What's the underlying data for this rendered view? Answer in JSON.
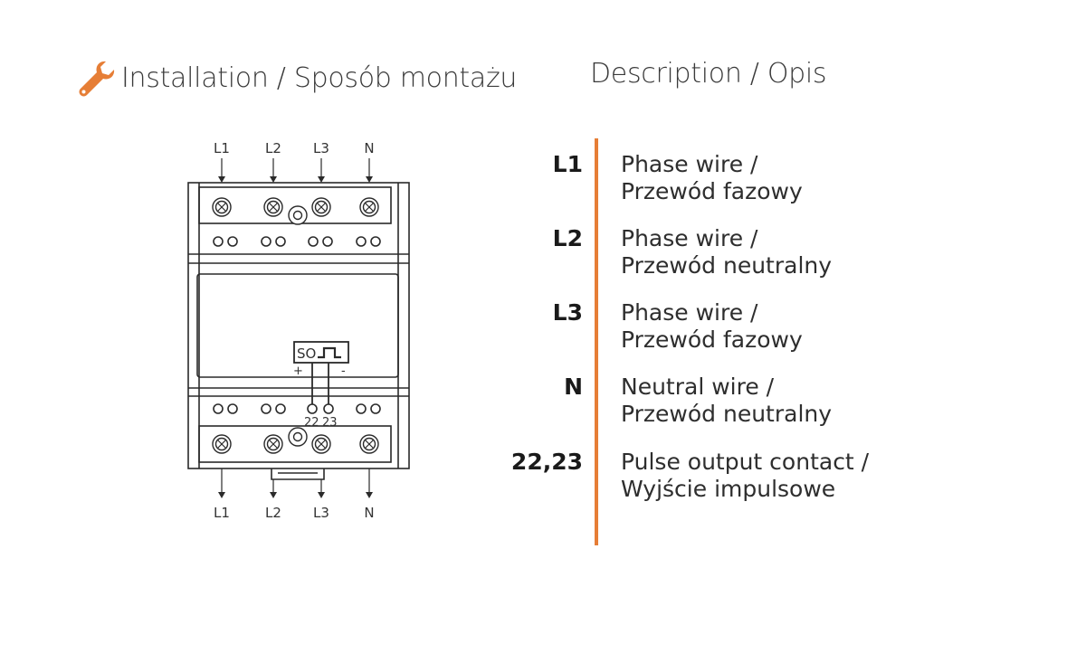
{
  "colors": {
    "accent": "#e67e36",
    "line": "#2a2a2a"
  },
  "install": {
    "icon": "wrench-icon",
    "title": "Installation / Sposób montażu"
  },
  "description": {
    "title": "Description / Opis",
    "items": [
      {
        "code": "L1",
        "line1": "Phase wire /",
        "line2": "Przewód fazowy"
      },
      {
        "code": "L2",
        "line1": "Phase wire /",
        "line2": "Przewód neutralny"
      },
      {
        "code": "L3",
        "line1": "Phase wire /",
        "line2": "Przewód fazowy"
      },
      {
        "code": "N",
        "line1": "Neutral wire /",
        "line2": "Przewód neutralny"
      },
      {
        "code": "22,23",
        "line1": "Pulse output contact /",
        "line2": "Wyjście impulsowe"
      }
    ]
  },
  "diagram": {
    "top_labels": [
      "L1",
      "L2",
      "L3",
      "N"
    ],
    "bottom_labels": [
      "L1",
      "L2",
      "L3",
      "N"
    ],
    "so_label": "SO",
    "plus_label": "+",
    "minus_label": "-",
    "contact_labels": [
      "22",
      "23"
    ]
  }
}
